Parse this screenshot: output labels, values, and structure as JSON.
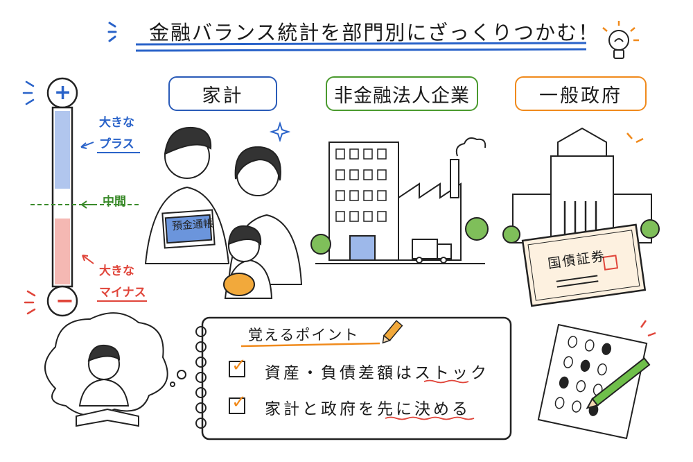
{
  "title": "金融バランス統計を部門別にざっくりつかむ！",
  "scale": {
    "plus_symbol": "+",
    "minus_symbol": "−",
    "big_plus_line1": "大きな",
    "big_plus_line2": "プラス",
    "middle": "中間",
    "big_minus_line1": "大きな",
    "big_minus_line2": "マイナス",
    "colors": {
      "plus": "#2a63c9",
      "middle": "#3a8a2a",
      "minus": "#e0453a"
    }
  },
  "sectors": [
    {
      "label": "家計",
      "color": "#2a5bb8"
    },
    {
      "label": "非金融法人企業",
      "color": "#4a9a2e"
    },
    {
      "label": "一般政府",
      "color": "#f08a1c"
    }
  ],
  "illustrations": {
    "passbook_label": "預金通帳",
    "bond_label": "国債証券"
  },
  "notebook": {
    "heading": "覚えるポイント",
    "points": [
      {
        "text_main": "資産・負債差額は",
        "text_emph": "ストック",
        "checked": true
      },
      {
        "text_main": "家計と政府を",
        "text_emph": "先に決める",
        "checked": true
      }
    ],
    "check_mark": "✓"
  },
  "icons": [
    "lightbulb-icon",
    "sparkle-icon",
    "pencil-icon",
    "checkbox-icon"
  ]
}
